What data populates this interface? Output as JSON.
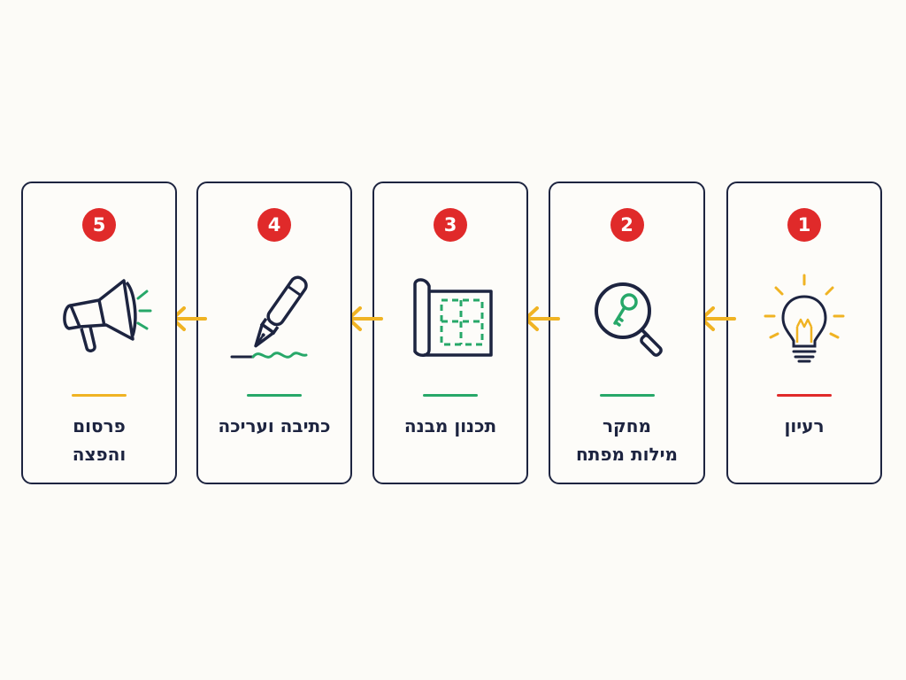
{
  "colors": {
    "outline": "#1d2440",
    "badge": "#e02a2a",
    "arrow": "#f0b323",
    "accent_green": "#27a869",
    "accent_yellow": "#f0b323",
    "accent_red": "#e02a2a"
  },
  "steps": [
    {
      "number": "1",
      "icon": "lightbulb-icon",
      "accent": "red",
      "lines": [
        "רעיון"
      ]
    },
    {
      "number": "2",
      "icon": "magnifier-key-icon",
      "accent": "green",
      "lines": [
        "מחקר",
        "מילות מפתח"
      ]
    },
    {
      "number": "3",
      "icon": "blueprint-icon",
      "accent": "green",
      "lines": [
        "תכנון מבנה"
      ]
    },
    {
      "number": "4",
      "icon": "pen-icon",
      "accent": "green",
      "lines": [
        "כתיבה ועריכה"
      ]
    },
    {
      "number": "5",
      "icon": "megaphone-icon",
      "accent": "yellow",
      "lines": [
        "פרסום",
        "והפצה"
      ]
    }
  ]
}
